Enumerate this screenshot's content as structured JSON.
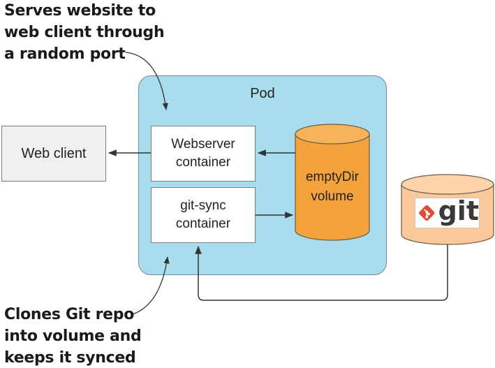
{
  "callouts": {
    "top": [
      "Serves website to",
      "web client through",
      "a random port"
    ],
    "bottom": [
      "Clones Git repo",
      "into volume and",
      "keeps it synced"
    ]
  },
  "web_client": {
    "label": "Web client"
  },
  "pod": {
    "label": "Pod"
  },
  "webserver_container": {
    "line1": "Webserver",
    "line2": "container"
  },
  "gitsync_container": {
    "line1": "git-sync",
    "line2": "container"
  },
  "volume": {
    "line1": "emptyDir",
    "line2": "volume"
  },
  "git_repo": {
    "logo_text": "git"
  },
  "colors": {
    "pod_fill": "#a9dced",
    "volume_fill": "#f4a23c",
    "git_cylinder_fill": "#fbc89a",
    "git_logo_red": "#de4c36"
  }
}
